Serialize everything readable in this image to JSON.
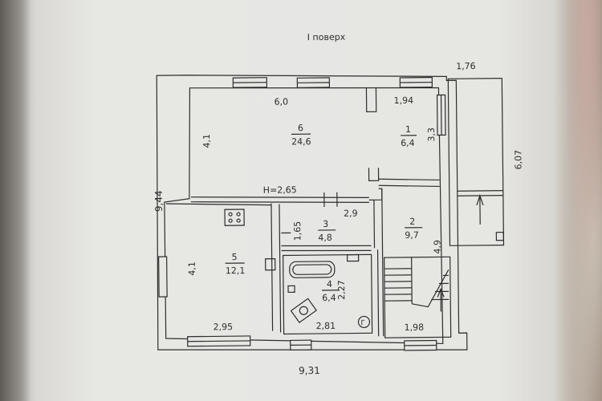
{
  "plan": {
    "title": "І поверх",
    "dims": {
      "total_height": "9,44",
      "total_width": "9,31",
      "porch_width": "1,76",
      "porch_length": "6,07",
      "room6_width": "6,0",
      "room6_height": "4,1",
      "room1_width": "1,94",
      "room1_height": "3,3",
      "ceiling_height": "H=2,65",
      "room3_width": "2,9",
      "room3_height": "1,65",
      "room2_height": "4,9",
      "room5_height": "4,1",
      "room5_width": "2,95",
      "room4_height": "2,27",
      "room4_width": "2,81",
      "stair_width": "1,98"
    },
    "rooms": [
      {
        "num": "6",
        "area": "24,6"
      },
      {
        "num": "1",
        "area": "6,4"
      },
      {
        "num": "3",
        "area": "4,8"
      },
      {
        "num": "2",
        "area": "9,7"
      },
      {
        "num": "5",
        "area": "12,1"
      },
      {
        "num": "4",
        "area": "6,4"
      }
    ],
    "boiler_symbol": "Г"
  },
  "colors": {
    "ink": "#2d2d2d",
    "paper": "#e6e6e3"
  }
}
